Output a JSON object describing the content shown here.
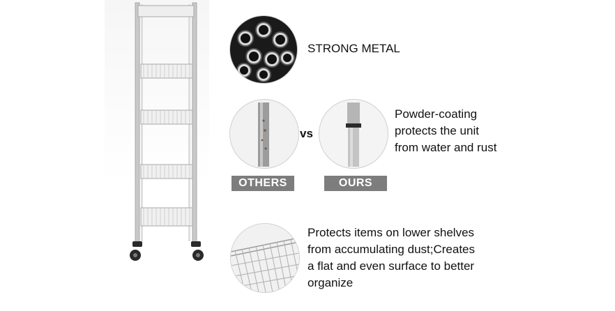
{
  "features": {
    "metal_label": "STRONG METAL",
    "vs_label": "vs",
    "others_label": "OTHERS",
    "ours_label": "OURS",
    "coating_text": "Powder-coating\nprotects the unit\nfrom water and rust",
    "shelf_text": "Protects items on lower shelves\nfrom accumulating dust;Creates\na flat and even surface to better\norganize"
  },
  "icons": {
    "metal": "metal-tubes-icon",
    "others": "uncoated-pole-icon",
    "ours": "coated-pole-icon",
    "shelf": "wire-shelf-closeup-icon",
    "product": "wire-shelving-unit-icon"
  },
  "colors": {
    "badge": "#7d7d7d",
    "text": "#111111",
    "metal": "#b8b8b8"
  }
}
